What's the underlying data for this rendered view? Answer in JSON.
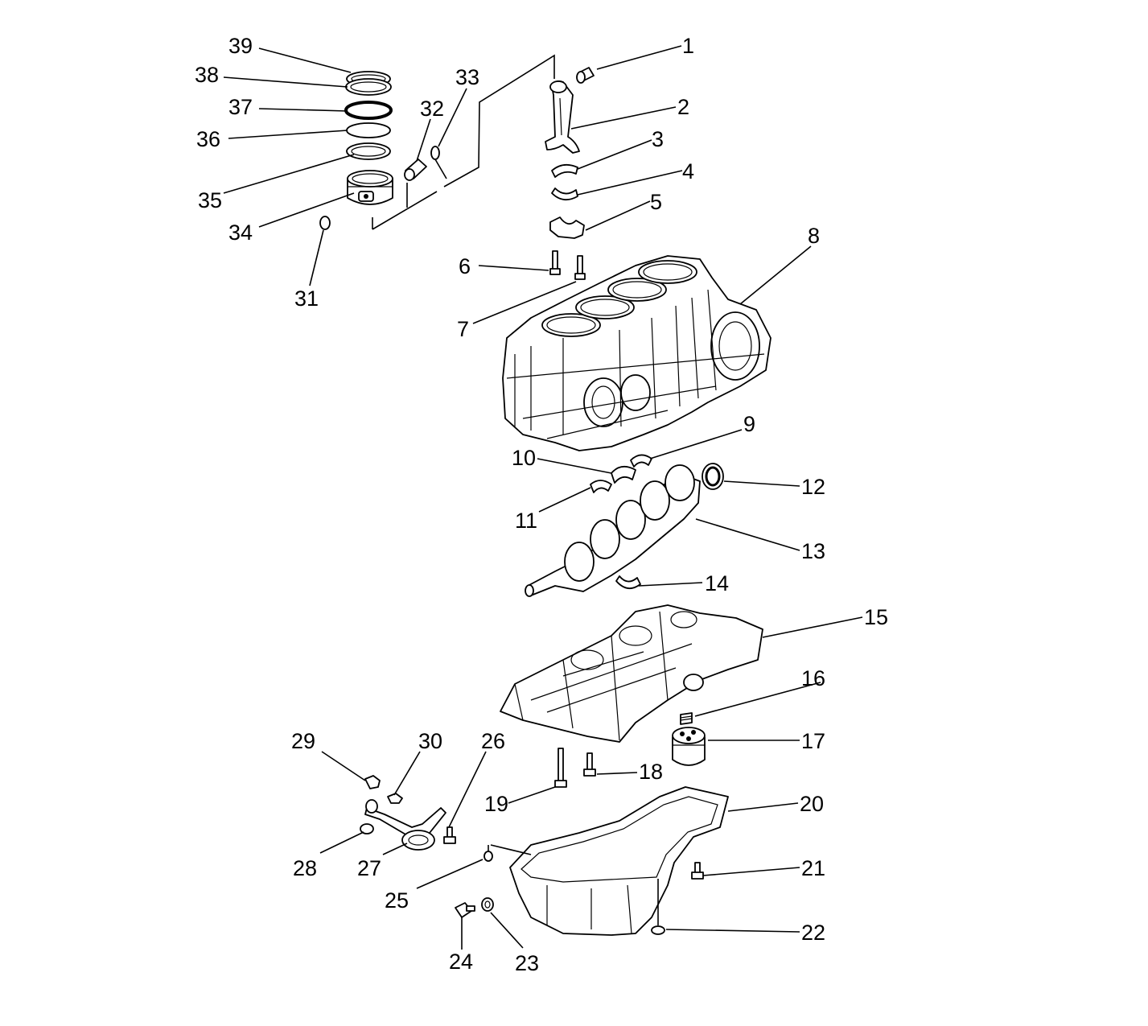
{
  "diagram": {
    "callouts": [
      "1",
      "2",
      "3",
      "4",
      "5",
      "6",
      "7",
      "8",
      "9",
      "10",
      "11",
      "12",
      "13",
      "14",
      "15",
      "16",
      "17",
      "18",
      "19",
      "20",
      "21",
      "22",
      "23",
      "24",
      "25",
      "26",
      "27",
      "28",
      "29",
      "30",
      "31",
      "32",
      "33",
      "34",
      "35",
      "36",
      "37",
      "38",
      "39"
    ]
  }
}
